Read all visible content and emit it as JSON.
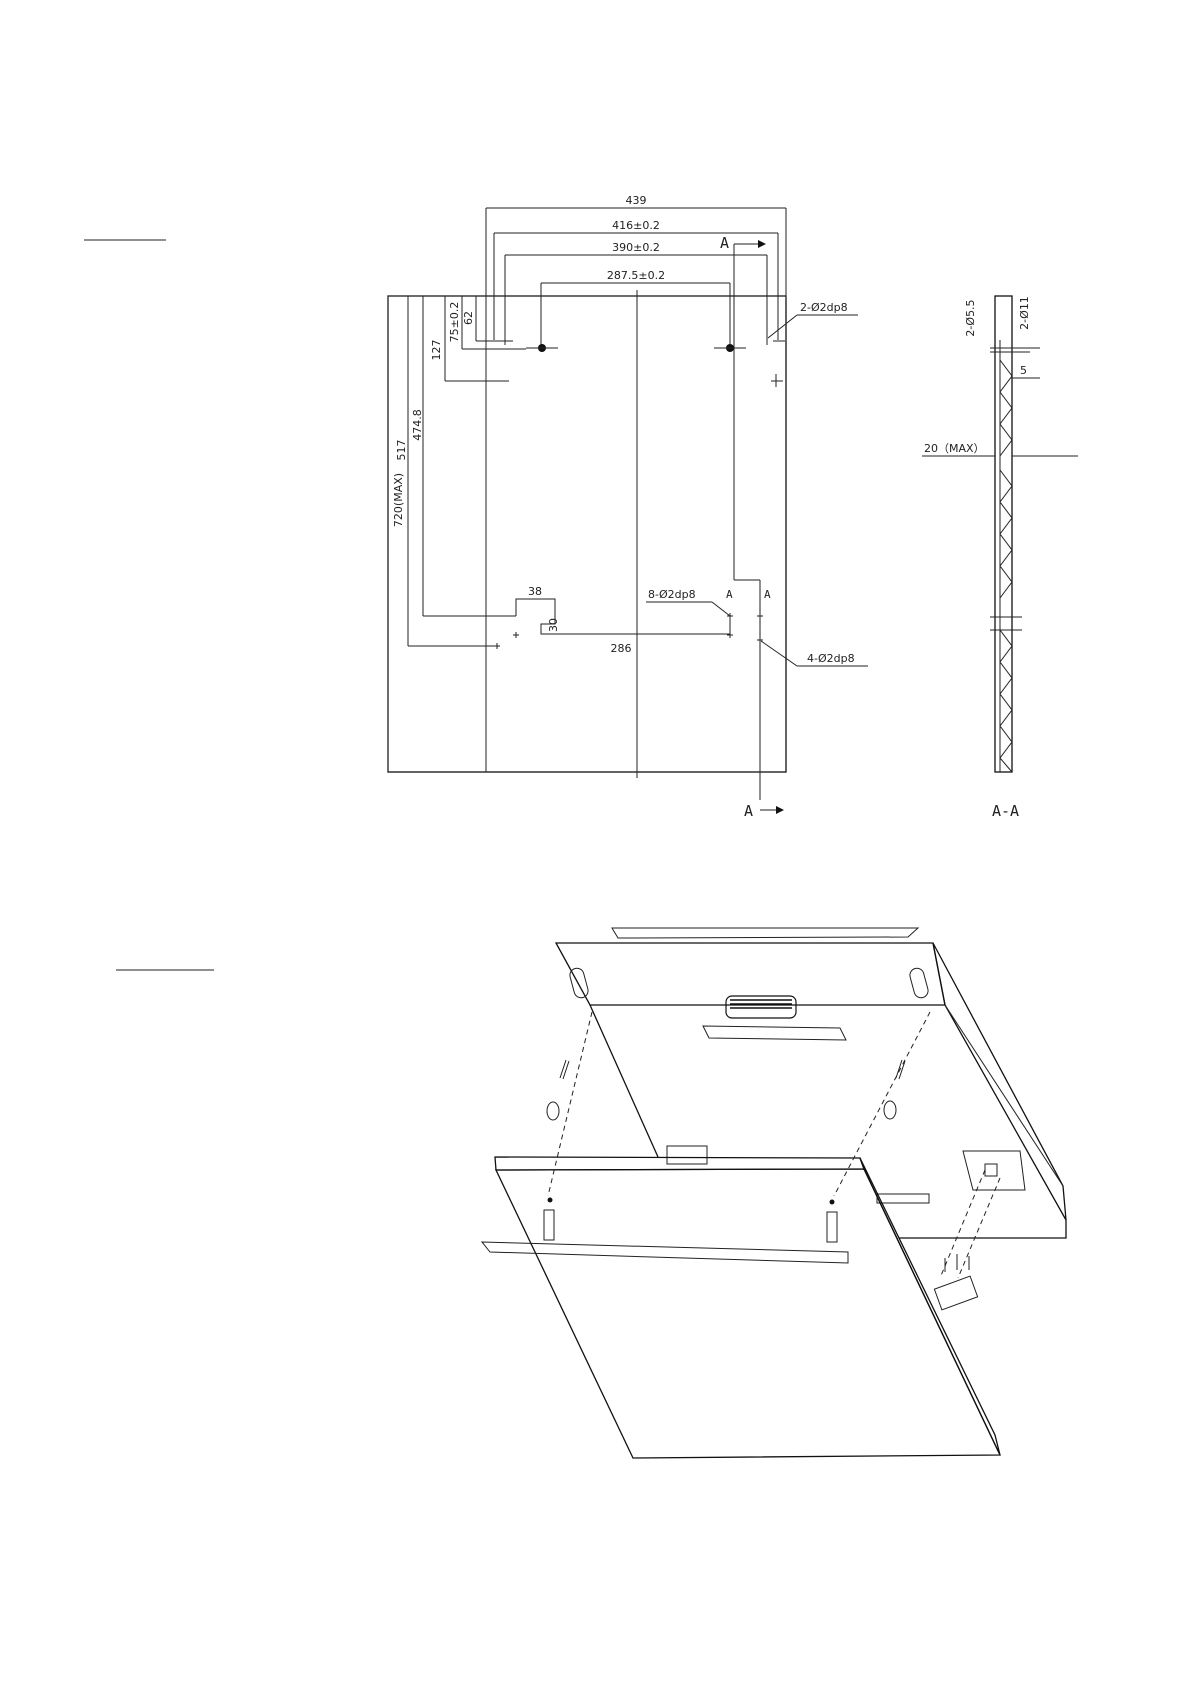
{
  "drawing": {
    "dims": {
      "d439": "439",
      "d416": "416±0.2",
      "d390": "390±0.2",
      "d287": "287.5±0.2",
      "d720": "720(MAX)",
      "d517": "517",
      "d474": "474.8",
      "d127": "127",
      "d75": "75±0.2",
      "d62": "62",
      "d38": "38",
      "d30": "30",
      "d286": "286"
    },
    "holes": {
      "h2": "2-Ø2dp8",
      "h8": "8-Ø2dp8",
      "h4": "4-Ø2dp8"
    },
    "section_marks": {
      "a_top": "A",
      "a_bottom": "A",
      "a_mid1": "A",
      "a_mid2": "A"
    },
    "section": {
      "d55": "2-Ø5.5",
      "d11": "2-Ø11",
      "d5": "5",
      "d20": "20（MAX）",
      "title": "A-A"
    }
  }
}
